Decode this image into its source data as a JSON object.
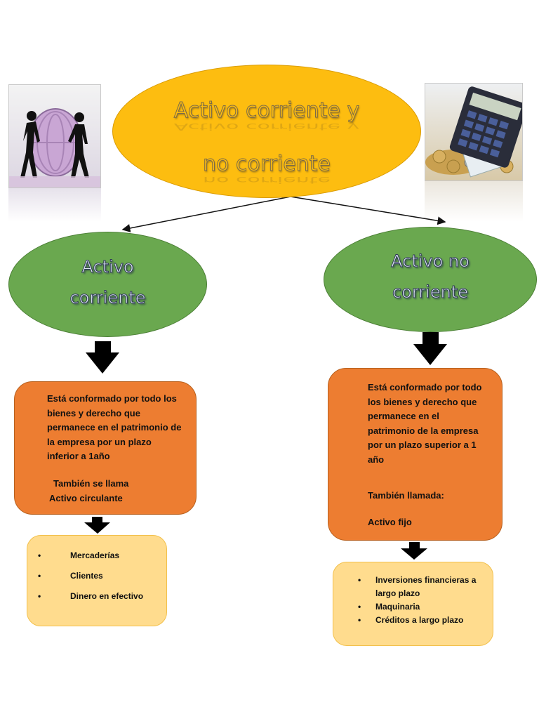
{
  "title": {
    "line1": "Activo corriente y",
    "line2": "no corriente"
  },
  "left": {
    "heading_line1": "Activo",
    "heading_line2": "corriente",
    "description_lines": [
      "Está conformado por todo los",
      "bienes y derecho que",
      "permanece en el patrimonio de",
      "la empresa por un plazo",
      "inferior a 1año"
    ],
    "alias_lines": [
      "También se llama",
      "Activo circulante"
    ],
    "examples": [
      "Mercaderías",
      "Clientes",
      "Dinero en efectivo"
    ]
  },
  "right": {
    "heading_line1": "Activo no",
    "heading_line2": "corriente",
    "description_lines": [
      "Está conformado por todo",
      "los bienes y derecho que",
      "permanece en el",
      "patrimonio de la empresa",
      "por un plazo superior a 1",
      "año"
    ],
    "alias_line1": "También llamada:",
    "alias_line2": "Activo fijo",
    "examples": [
      [
        "Inversiones financieras a",
        "largo plazo"
      ],
      [
        "Maquinaria"
      ],
      [
        "Créditos a largo plazo"
      ]
    ]
  },
  "bullet_symbol": "•",
  "icons": {
    "left_image": "euro-globe-people-icon",
    "right_image": "calculator-coins-icon"
  },
  "colors": {
    "title_ellipse": "#fdbd10",
    "green_ellipse": "#6aa84f",
    "orange_box": "#ed7d31",
    "light_box": "#ffdc8e",
    "arrow": "#000000"
  }
}
